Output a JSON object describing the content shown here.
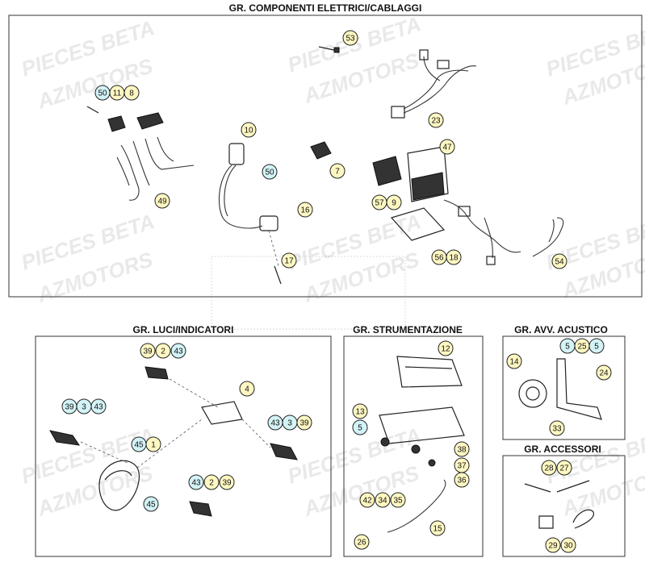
{
  "watermark": {
    "line1": "PIECES BETA",
    "line2": "AZMOTORS"
  },
  "colors": {
    "badge_yellow": "#fff7c2",
    "badge_blue": "#d3f3f6",
    "frame": "#333333"
  },
  "sections": {
    "elettrici": {
      "title": "GR. COMPONENTI ELETTRICI/CABLAGGI"
    },
    "luci": {
      "title": "GR. LUCI/INDICATORI"
    },
    "strumentazione": {
      "title": "GR. STRUMENTAZIONE"
    },
    "acustico": {
      "title": "GR. AVV. ACUSTICO"
    },
    "accessori": {
      "title": "GR. ACCESSORI"
    }
  },
  "callouts": [
    {
      "label": "53",
      "color": "yellow"
    },
    {
      "label": "50",
      "color": "blue"
    },
    {
      "label": "11",
      "color": "yellow"
    },
    {
      "label": "8",
      "color": "yellow"
    },
    {
      "label": "23",
      "color": "yellow"
    },
    {
      "label": "10",
      "color": "yellow"
    },
    {
      "label": "7",
      "color": "yellow"
    },
    {
      "label": "50",
      "color": "blue"
    },
    {
      "label": "47",
      "color": "yellow"
    },
    {
      "label": "49",
      "color": "yellow"
    },
    {
      "label": "57",
      "color": "yellow"
    },
    {
      "label": "9",
      "color": "yellow"
    },
    {
      "label": "16",
      "color": "yellow"
    },
    {
      "label": "56",
      "color": "yellow"
    },
    {
      "label": "18",
      "color": "yellow"
    },
    {
      "label": "54",
      "color": "yellow"
    },
    {
      "label": "17",
      "color": "yellow"
    },
    {
      "label": "39",
      "color": "yellow"
    },
    {
      "label": "2",
      "color": "yellow"
    },
    {
      "label": "43",
      "color": "blue"
    },
    {
      "label": "4",
      "color": "yellow"
    },
    {
      "label": "39",
      "color": "blue"
    },
    {
      "label": "3",
      "color": "blue"
    },
    {
      "label": "43",
      "color": "blue"
    },
    {
      "label": "43",
      "color": "blue"
    },
    {
      "label": "3",
      "color": "blue"
    },
    {
      "label": "39",
      "color": "yellow"
    },
    {
      "label": "45",
      "color": "blue"
    },
    {
      "label": "1",
      "color": "yellow"
    },
    {
      "label": "43",
      "color": "blue"
    },
    {
      "label": "2",
      "color": "yellow"
    },
    {
      "label": "39",
      "color": "yellow"
    },
    {
      "label": "45",
      "color": "blue"
    },
    {
      "label": "12",
      "color": "yellow"
    },
    {
      "label": "13",
      "color": "yellow"
    },
    {
      "label": "5",
      "color": "blue"
    },
    {
      "label": "38",
      "color": "yellow"
    },
    {
      "label": "37",
      "color": "yellow"
    },
    {
      "label": "36",
      "color": "yellow"
    },
    {
      "label": "42",
      "color": "yellow"
    },
    {
      "label": "34",
      "color": "yellow"
    },
    {
      "label": "35",
      "color": "yellow"
    },
    {
      "label": "15",
      "color": "yellow"
    },
    {
      "label": "26",
      "color": "yellow"
    },
    {
      "label": "5",
      "color": "blue"
    },
    {
      "label": "25",
      "color": "yellow"
    },
    {
      "label": "5",
      "color": "blue"
    },
    {
      "label": "14",
      "color": "yellow"
    },
    {
      "label": "24",
      "color": "yellow"
    },
    {
      "label": "33",
      "color": "yellow"
    },
    {
      "label": "28",
      "color": "yellow"
    },
    {
      "label": "27",
      "color": "yellow"
    },
    {
      "label": "29",
      "color": "yellow"
    },
    {
      "label": "30",
      "color": "yellow"
    }
  ]
}
